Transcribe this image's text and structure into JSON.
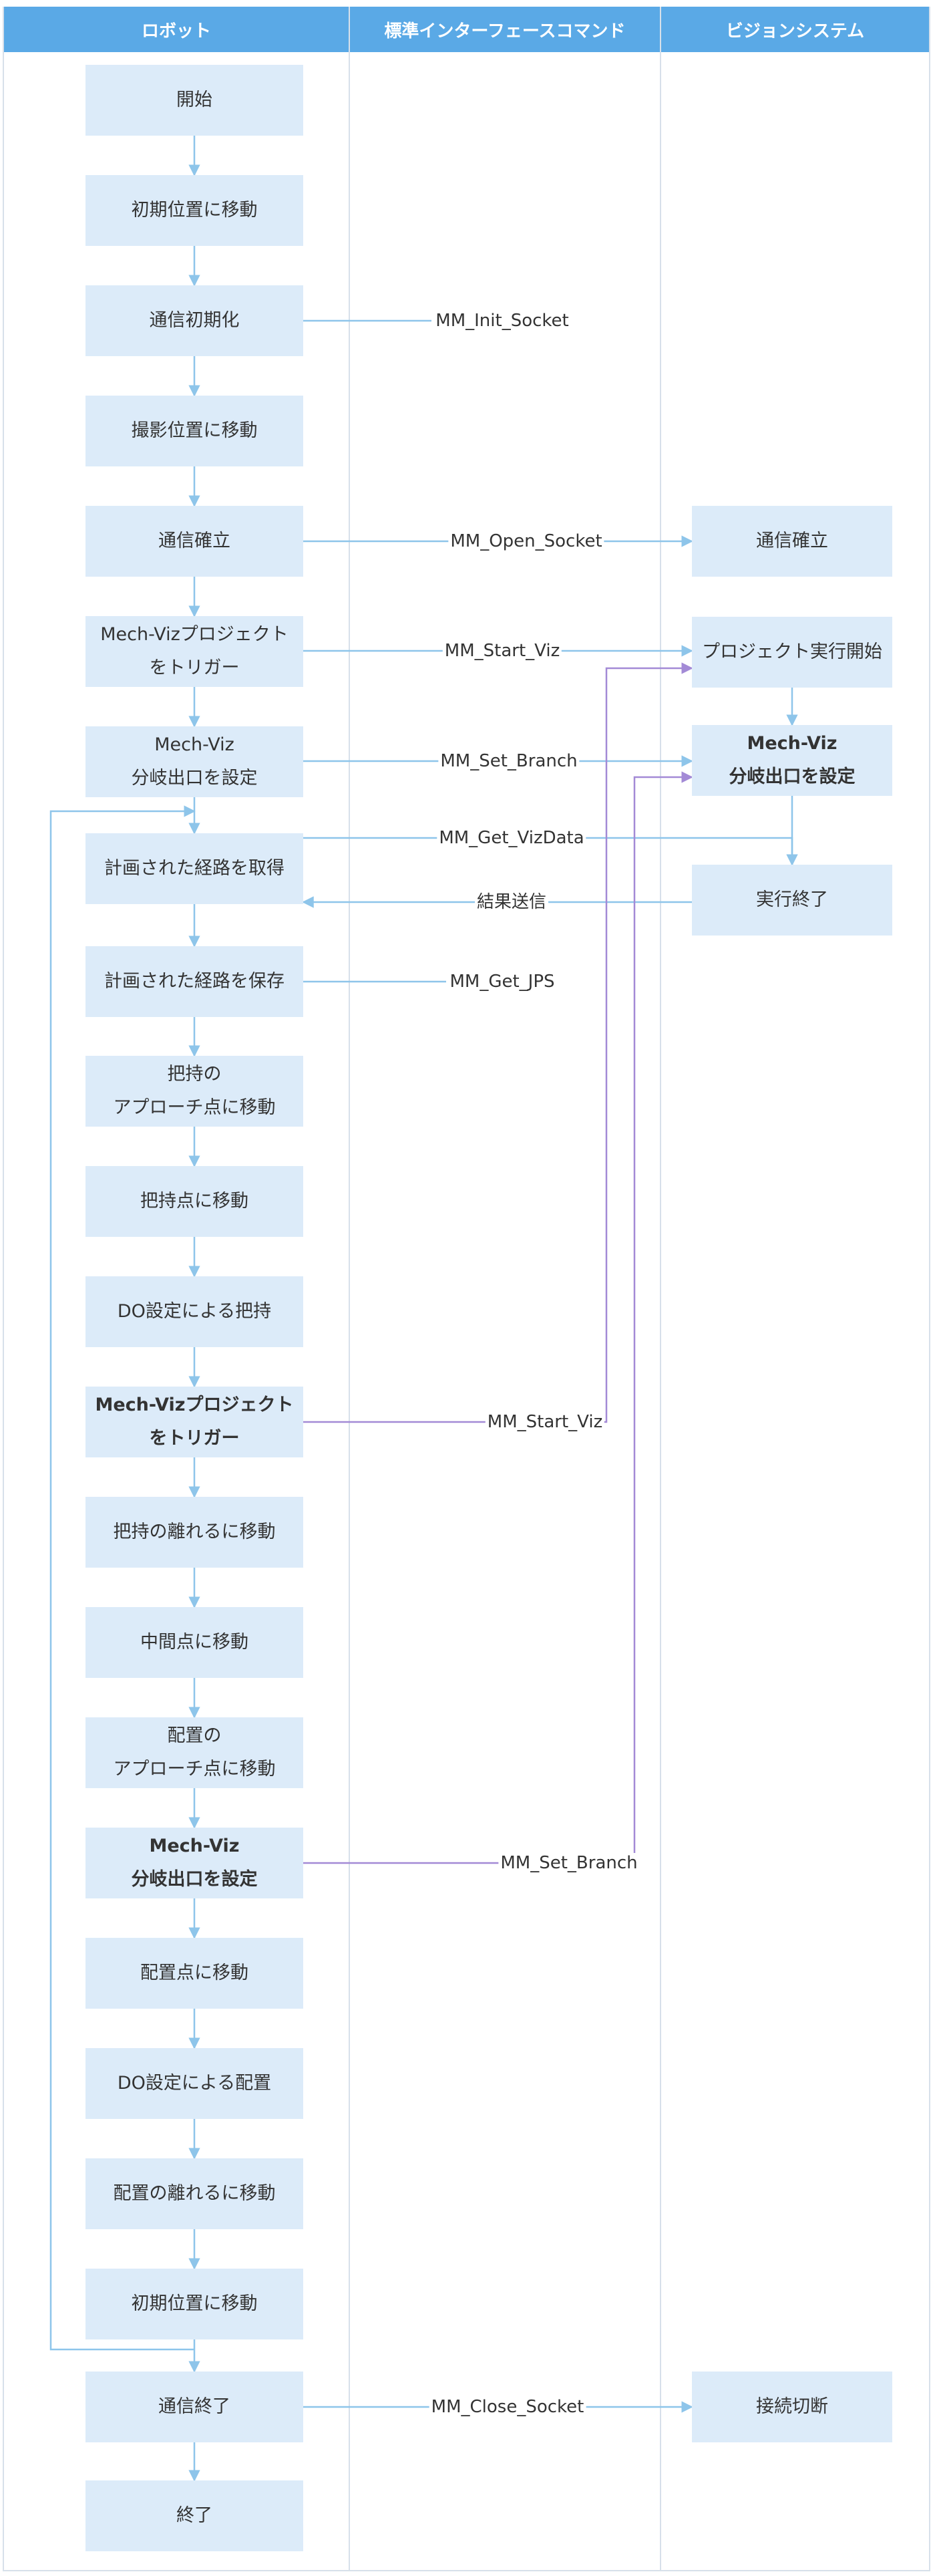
{
  "columns": {
    "robot": "ロボット",
    "interface": "標準インターフェースコマンド",
    "vision": "ビジョンシステム"
  },
  "colors": {
    "header": "#5aa9e6",
    "node": "#dcebf9",
    "arrow_blue": "#8ec5ea",
    "arrow_purple": "#a38ad6"
  },
  "robot_steps": [
    {
      "id": "start",
      "lines": [
        "開始"
      ]
    },
    {
      "id": "move_init",
      "lines": [
        "初期位置に移動"
      ]
    },
    {
      "id": "comm_init",
      "lines": [
        "通信初期化"
      ]
    },
    {
      "id": "move_shoot",
      "lines": [
        "撮影位置に移動"
      ]
    },
    {
      "id": "comm_open",
      "lines": [
        "通信確立"
      ]
    },
    {
      "id": "trigger1",
      "lines": [
        "Mech-Vizプロジェクト",
        "をトリガー"
      ]
    },
    {
      "id": "branch1",
      "lines": [
        "Mech-Viz",
        "分岐出口を設定"
      ]
    },
    {
      "id": "get_path",
      "lines": [
        "計画された経路を取得"
      ]
    },
    {
      "id": "save_path",
      "lines": [
        "計画された経路を保存"
      ]
    },
    {
      "id": "approach_pick",
      "lines": [
        "把持の",
        "アプローチ点に移動"
      ]
    },
    {
      "id": "move_pick",
      "lines": [
        "把持点に移動"
      ]
    },
    {
      "id": "do_pick",
      "lines": [
        "DO設定による把持"
      ]
    },
    {
      "id": "trigger2",
      "lines": [
        "Mech-Vizプロジェクト",
        "をトリガー"
      ],
      "bold": true
    },
    {
      "id": "retreat_pick",
      "lines": [
        "把持の離れるに移動"
      ]
    },
    {
      "id": "move_mid",
      "lines": [
        "中間点に移動"
      ]
    },
    {
      "id": "approach_place",
      "lines": [
        "配置の",
        "アプローチ点に移動"
      ]
    },
    {
      "id": "branch2",
      "lines": [
        "Mech-Viz",
        "分岐出口を設定"
      ],
      "bold": true
    },
    {
      "id": "move_place",
      "lines": [
        "配置点に移動"
      ]
    },
    {
      "id": "do_place",
      "lines": [
        "DO設定による配置"
      ]
    },
    {
      "id": "retreat_place",
      "lines": [
        "配置の離れるに移動"
      ]
    },
    {
      "id": "move_init2",
      "lines": [
        "初期位置に移動"
      ]
    },
    {
      "id": "comm_close",
      "lines": [
        "通信終了"
      ]
    },
    {
      "id": "end",
      "lines": [
        "終了"
      ]
    }
  ],
  "vision_steps": [
    {
      "id": "v_open",
      "lines": [
        "通信確立"
      ]
    },
    {
      "id": "v_run",
      "lines": [
        "プロジェクト実行開始"
      ]
    },
    {
      "id": "v_branch",
      "lines": [
        "Mech-Viz",
        "分岐出口を設定"
      ],
      "bold": true
    },
    {
      "id": "v_done",
      "lines": [
        "実行終了"
      ]
    },
    {
      "id": "v_close",
      "lines": [
        "接続切断"
      ]
    }
  ],
  "commands": {
    "init_socket": "MM_Init_Socket",
    "open_socket": "MM_Open_Socket",
    "start_viz_1": "MM_Start_Viz",
    "set_branch_1": "MM_Set_Branch",
    "get_vizdata": "MM_Get_VizData",
    "result_send": "結果送信",
    "get_jps": "MM_Get_JPS",
    "start_viz_2": "MM_Start_Viz",
    "set_branch_2": "MM_Set_Branch",
    "close_socket": "MM_Close_Socket"
  }
}
